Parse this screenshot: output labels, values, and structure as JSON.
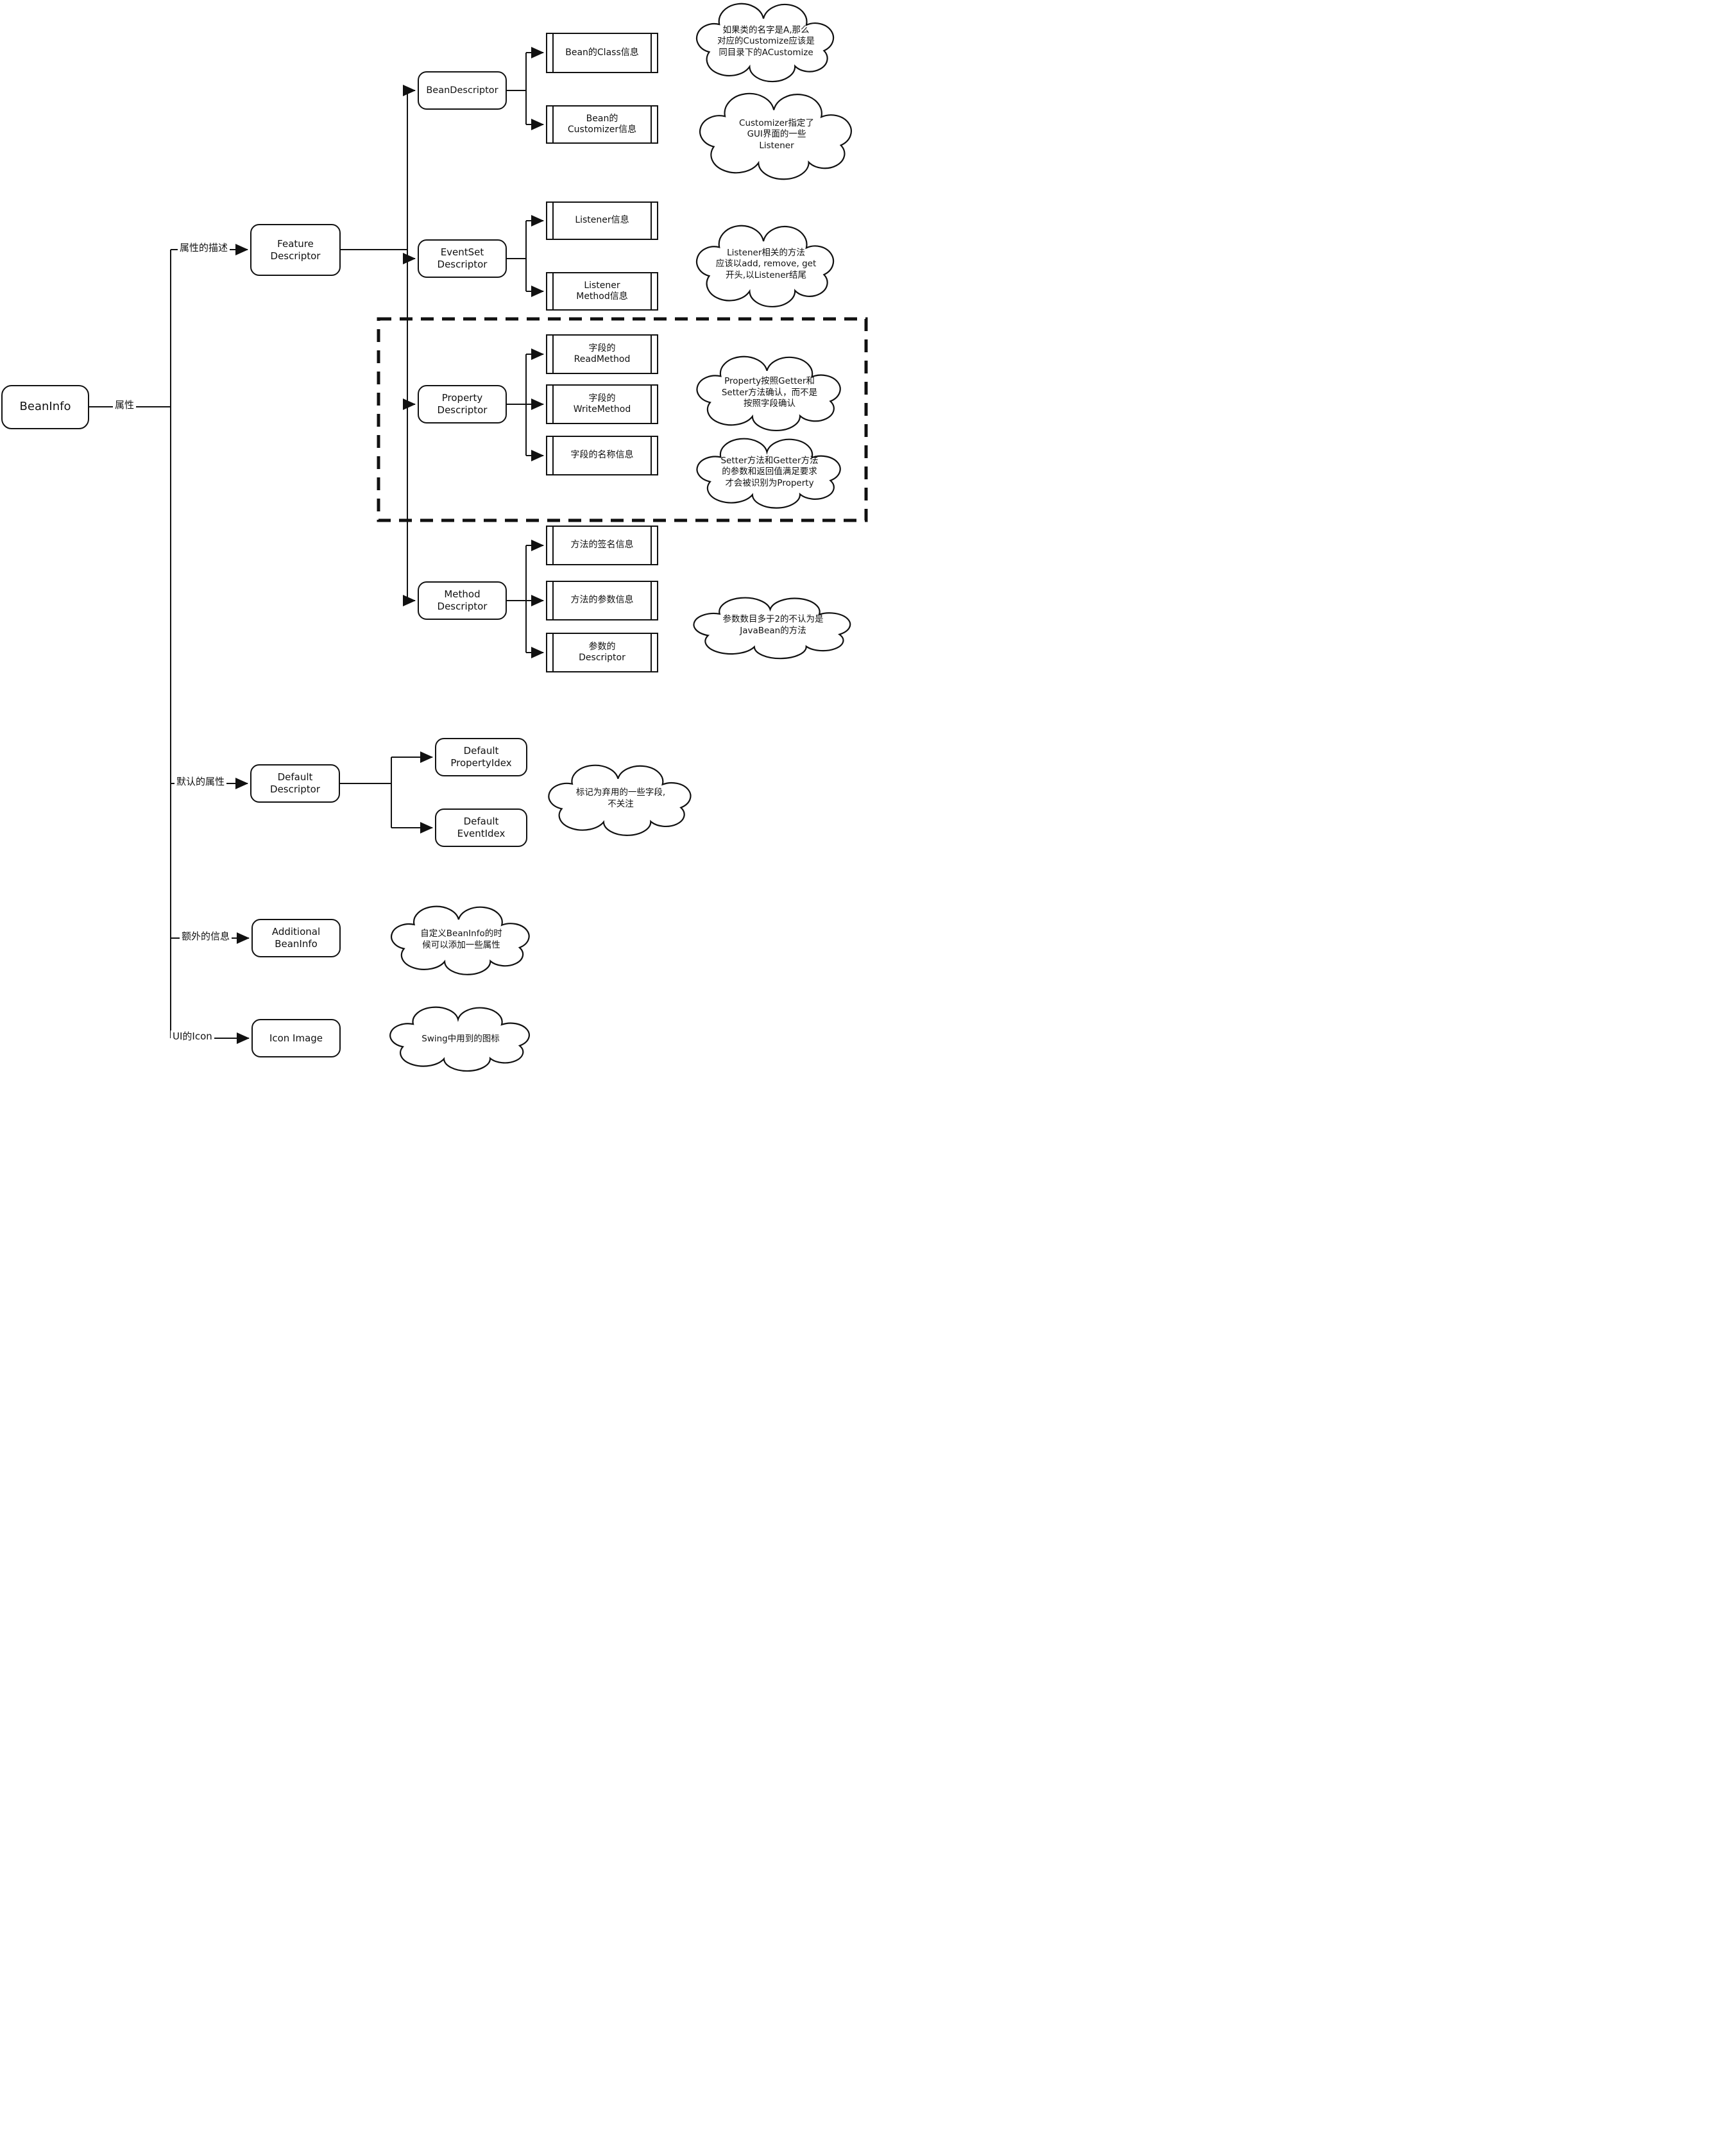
{
  "diagram": {
    "root": {
      "label": "BeanInfo"
    },
    "root_edge": {
      "label": "属性"
    },
    "branches": {
      "feature": {
        "edge_label": "属性的描述",
        "label": "Feature\nDescriptor"
      },
      "default": {
        "edge_label": "默认的属性",
        "label": "Default\nDescriptor"
      },
      "additional": {
        "edge_label": "额外的信息",
        "label": "Additional\nBeanInfo"
      },
      "icon": {
        "edge_label": "UI的Icon",
        "label": "Icon Image"
      }
    },
    "descriptors": {
      "bean": {
        "label": "BeanDescriptor",
        "children": {
          "class_info": "Bean的Class信息",
          "customizer_info": "Bean的\nCustomizer信息"
        }
      },
      "event_set": {
        "label": "EventSet\nDescriptor",
        "children": {
          "listener_info": "Listener信息",
          "listener_method_info": "Listener\nMethod信息"
        }
      },
      "property": {
        "label": "Property\nDescriptor",
        "children": {
          "read_method": "字段的\nReadMethod",
          "write_method": "字段的\nWriteMethod",
          "name_info": "字段的名称信息"
        }
      },
      "method": {
        "label": "Method\nDescriptor",
        "children": {
          "signature_info": "方法的签名信息",
          "param_info": "方法的参数信息",
          "param_descriptor": "参数的\nDescriptor"
        }
      }
    },
    "default_children": {
      "property_idex": "Default\nPropertyIdex",
      "event_idex": "Default\nEventIdex"
    },
    "clouds": {
      "customize_naming": "如果类的名字是A,那么\n对应的Customize应该是\n同目录下的ACustomize",
      "customizer_gui": "Customizer指定了\nGUI界面的一些\nListener",
      "listener_methods": "Listener相关的方法\n应该以add, remove, get\n开头,以Listener结尾",
      "property_confirm": "Property按照Getter和\nSetter方法确认，而不是\n按照字段确认",
      "setter_getter_requirement": "Setter方法和Getter方法\n的参数和返回值满足要求\n才会被识别为Property",
      "param_count": "参数数目多于2的不认为是\nJavaBean的方法",
      "deprecated_fields": "标记为弃用的一些字段,\n不关注",
      "custom_beaninfo": "自定义BeanInfo的时\n候可以添加一些属性",
      "swing_icon": "Swing中用到的图标"
    },
    "colors": {
      "stroke": "#111111",
      "background": "#ffffff"
    }
  }
}
